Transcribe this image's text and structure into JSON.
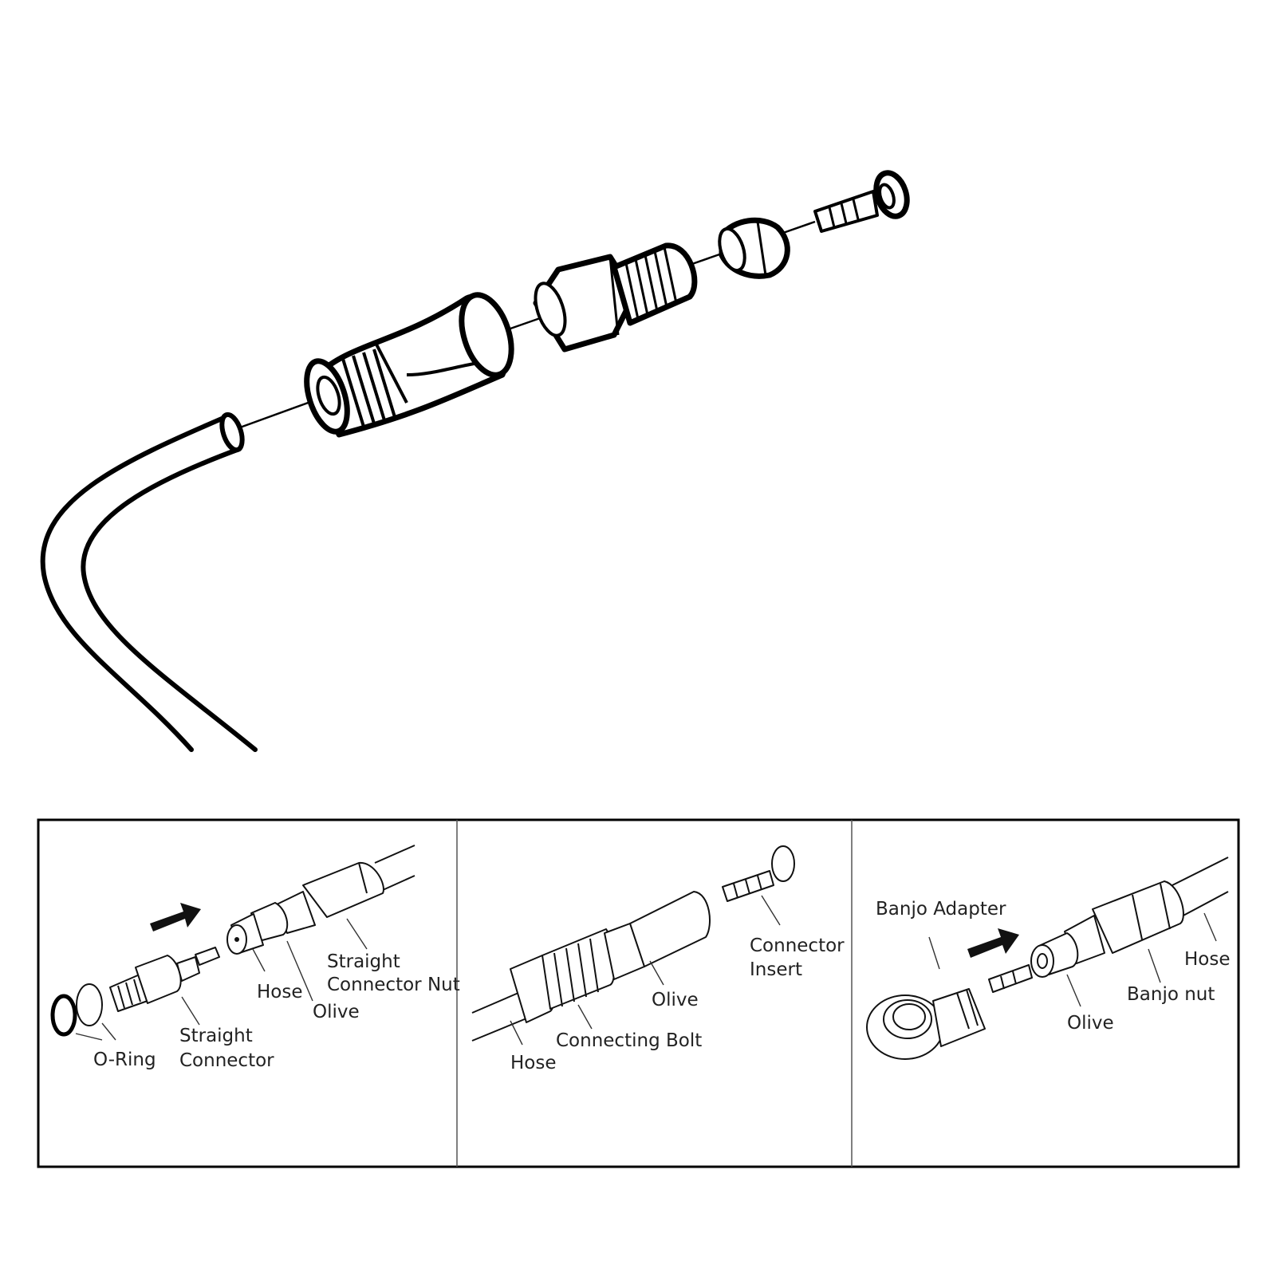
{
  "panels": [
    {
      "id": "straight-connector",
      "labels": {
        "o_ring": "O-Ring",
        "straight_connector_1": "Straight",
        "straight_connector_2": "Connector",
        "hose": "Hose",
        "olive": "Olive",
        "straight_connector_nut_1": "Straight",
        "straight_connector_nut_2": "Connector Nut"
      }
    },
    {
      "id": "connecting-bolt",
      "labels": {
        "hose": "Hose",
        "connecting_bolt": "Connecting Bolt",
        "olive": "Olive",
        "connector_insert_1": "Connector",
        "connector_insert_2": "Insert"
      }
    },
    {
      "id": "banjo",
      "labels": {
        "banjo_adapter": "Banjo Adapter",
        "olive": "Olive",
        "banjo_nut": "Banjo nut",
        "hose": "Hose"
      }
    }
  ]
}
